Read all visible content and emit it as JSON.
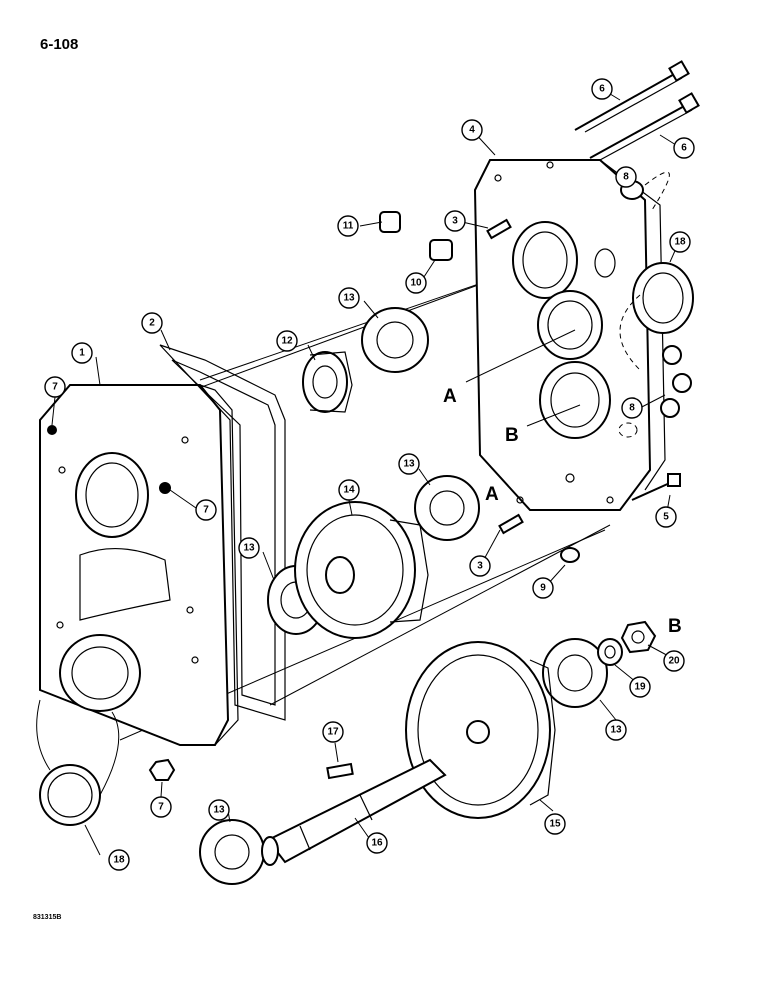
{
  "page_number": "6-108",
  "figure_code": "831315B",
  "reference_letters": [
    "A",
    "B"
  ],
  "callout_numbers": [
    "1",
    "2",
    "3",
    "3",
    "4",
    "5",
    "6",
    "6",
    "7",
    "7",
    "7",
    "8",
    "8",
    "9",
    "10",
    "11",
    "12",
    "13",
    "13",
    "13",
    "13",
    "13",
    "14",
    "15",
    "16",
    "17",
    "18",
    "18",
    "19",
    "20"
  ]
}
